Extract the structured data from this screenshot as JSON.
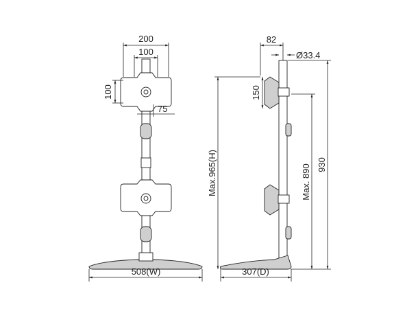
{
  "front_view": {
    "plate_width": "200",
    "hole_spacing_horizontal": "100",
    "hole_spacing_vertical": "100",
    "offset": "75",
    "base_width": "508(W)"
  },
  "side_view": {
    "arm_depth": "82",
    "pole_diameter": "Ø33.4",
    "plate_height": "150",
    "max_height": "Max.965(H)",
    "max_mount_height": "Max. 890",
    "pole_height": "930",
    "base_depth": "307(D)"
  }
}
